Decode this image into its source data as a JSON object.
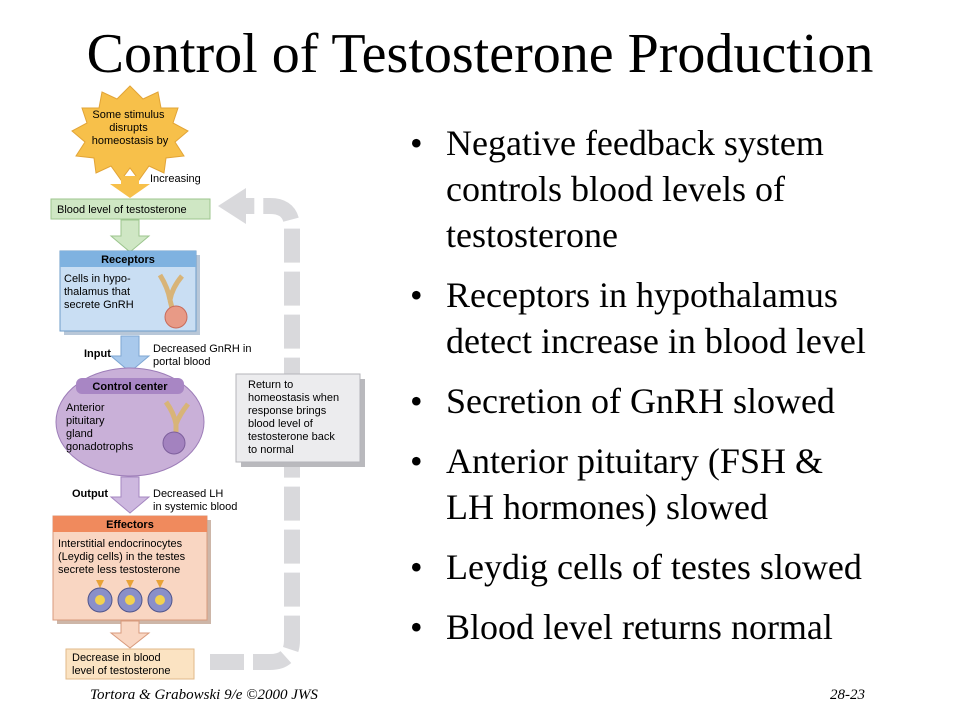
{
  "title": "Control of Testosterone Production",
  "bullets": [
    {
      "lines": [
        "Negative feedback system",
        "controls blood levels of",
        "testosterone"
      ]
    },
    {
      "lines": [
        "Receptors in hypothalamus",
        "detect increase in blood level"
      ]
    },
    {
      "lines": [
        "Secretion of GnRH slowed"
      ]
    },
    {
      "lines": [
        "Anterior pituitary (FSH &",
        "LH hormones) slowed"
      ]
    },
    {
      "lines": [
        "Leydig cells of testes slowed"
      ]
    },
    {
      "lines": [
        "Blood level returns normal"
      ]
    }
  ],
  "diagram": {
    "stimulus": [
      "Some stimulus",
      "disrupts",
      "homeostasis by"
    ],
    "increasing": "Increasing",
    "blood_level": "Blood level of testosterone",
    "receptors_title": "Receptors",
    "receptors_body": [
      "Cells in hypo-",
      "thalamus that",
      "secrete GnRH"
    ],
    "input_label": "Input",
    "input_note": [
      "Decreased GnRH in",
      "portal blood"
    ],
    "control_title": "Control center",
    "control_body": [
      "Anterior",
      "pituitary",
      "gland",
      "gonadotrophs"
    ],
    "return_note": [
      "Return to",
      "homeostasis when",
      "response brings",
      "blood level of",
      "testosterone back",
      "to normal"
    ],
    "output_label": "Output",
    "output_note": [
      "Decreased LH",
      "in systemic blood"
    ],
    "effectors_title": "Effectors",
    "effectors_body": [
      "Interstitial endocrinocytes",
      "(Leydig cells) in the testes",
      "secrete less testosterone"
    ],
    "decrease": [
      "Decrease in blood",
      "level of testosterone"
    ]
  },
  "footer_left": "Tortora & Grabowski 9/e ©2000 JWS",
  "footer_right": "28-23",
  "colors": {
    "stimulus_fill": "#f7c04a",
    "green_box": "#cfe7c4",
    "blue_box": "#7fb2e0",
    "blue_body": "#c9def3",
    "control_fill": "#c9b0d8",
    "control_title": "#a886c4",
    "effector_title": "#f08a5d",
    "effector_body": "#f9d6c2",
    "decrease_box": "#fbe3c2",
    "feedback_gray": "#d9d9dc"
  }
}
